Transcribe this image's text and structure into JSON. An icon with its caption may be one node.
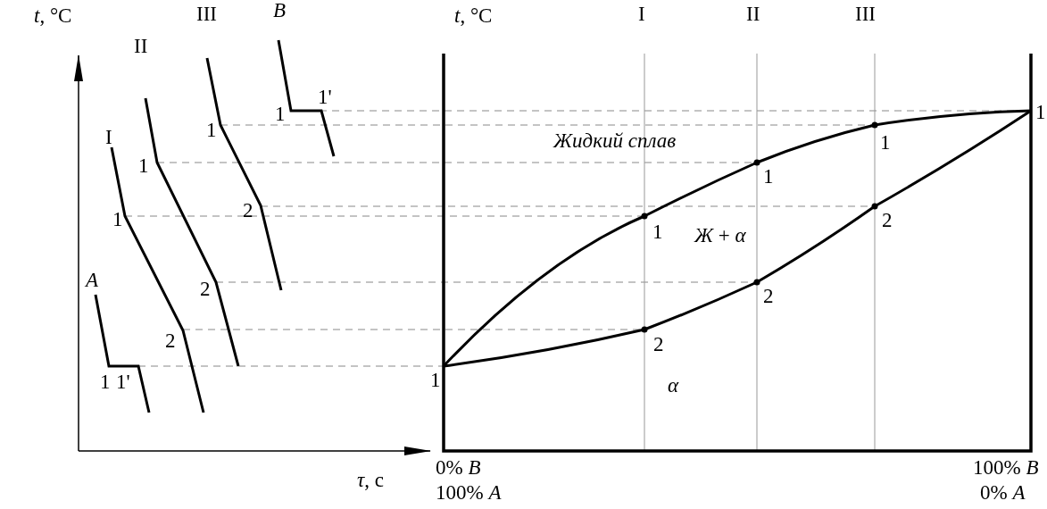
{
  "diagram": {
    "labels": [
      "*t*, °C",
      "III",
      "B",
      "II",
      "1",
      "1'",
      "1",
      "I",
      "1",
      "*t*, °C",
      "I",
      "II",
      "III",
      "1",
      "Жидкий сплав",
      "1",
      "1",
      "1",
      "2",
      "1",
      "*Ж* + *α*",
      "2",
      "A",
      "2",
      "2",
      "2",
      "2",
      "1",
      "1'",
      "1",
      "α",
      "0% *B*",
      "*τ*, с",
      "100% *B*",
      "100% *A*",
      "0% *A*"
    ]
  }
}
